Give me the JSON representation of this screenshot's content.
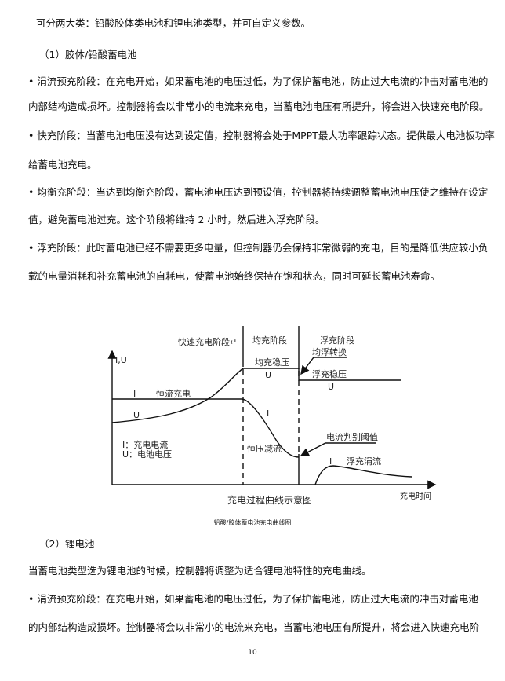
{
  "paragraphs": [
    "可分两大类：铅酸胶体类电池和锂电池类型，并可自定义参数。",
    "（1）胶体/铅酸蓄电池",
    "• 涓流预充阶段：在充电开始，如果蓄电池的电压过低，为了保护蓄电池，防止过大电流的冲击对蓄电池的",
    "内部结构造成损坏。控制器将会以非常小的电流来充电，当蓄电池电压有所提升，将会进入快速充电阶段。",
    "• 快充阶段：当蓄电池电压没有达到设定值，控制器将会处于MPPT最大功率跟踪状态。提供最大电池板功率",
    "给蓄电池充电。",
    "• 均衡充阶段：当达到均衡充阶段，蓄电池电压达到预设值，控制器将持续调整蓄电池电压使之维持在设定",
    "值，避免蓄电池过充。这个阶段将维持 2 小时，然后进入浮充阶段。",
    "• 浮充阶段：此时蓄电池已经不需要更多电量，但控制器仍会保持非常微弱的充电，目的是降低供应较小负",
    "载的电量消耗和补充蓄电池的自耗电，使蓄电池始终保持在饱和状态，同时可延长蓄电池寿命。"
  ],
  "diagram": {
    "axis_y": "I,U",
    "axis_x": "充电时间",
    "title": "充电过程曲线示意图",
    "stage_fast": "快速充电阶段↵",
    "stage_equal": "均充阶段",
    "stage_float": "浮充阶段",
    "switch": "均浮转换",
    "equal_voltage": "均充稳压",
    "float_voltage": "浮充稳压",
    "u1": "U",
    "u2": "U",
    "u3": "U",
    "i1": "I",
    "i2": "I",
    "i3": "I",
    "const_current": "恒流充电",
    "const_voltage": "恒压减流",
    "threshold": "电流判别阈值",
    "float_trickle": "浮充涓流",
    "legend_i": "I：充电电流",
    "legend_u": "U：电池电压"
  },
  "caption": "铅酸/胶体蓄电池充电曲线图",
  "paragraphs2": [
    "（2）锂电池",
    "当蓄电池类型选为锂电池的时候，控制器将调整为适合锂电池特性的充电曲线。",
    "• 涓流预充阶段：在充电开始，如果蓄电池的电压过低，为了保护蓄电池，防止过大电流的冲击对蓄电池",
    "的内部结构造成损坏。控制器将会以非常小的电流来充电，当蓄电池电压有所提升，将会进入快速充电阶"
  ],
  "page_number": "10"
}
